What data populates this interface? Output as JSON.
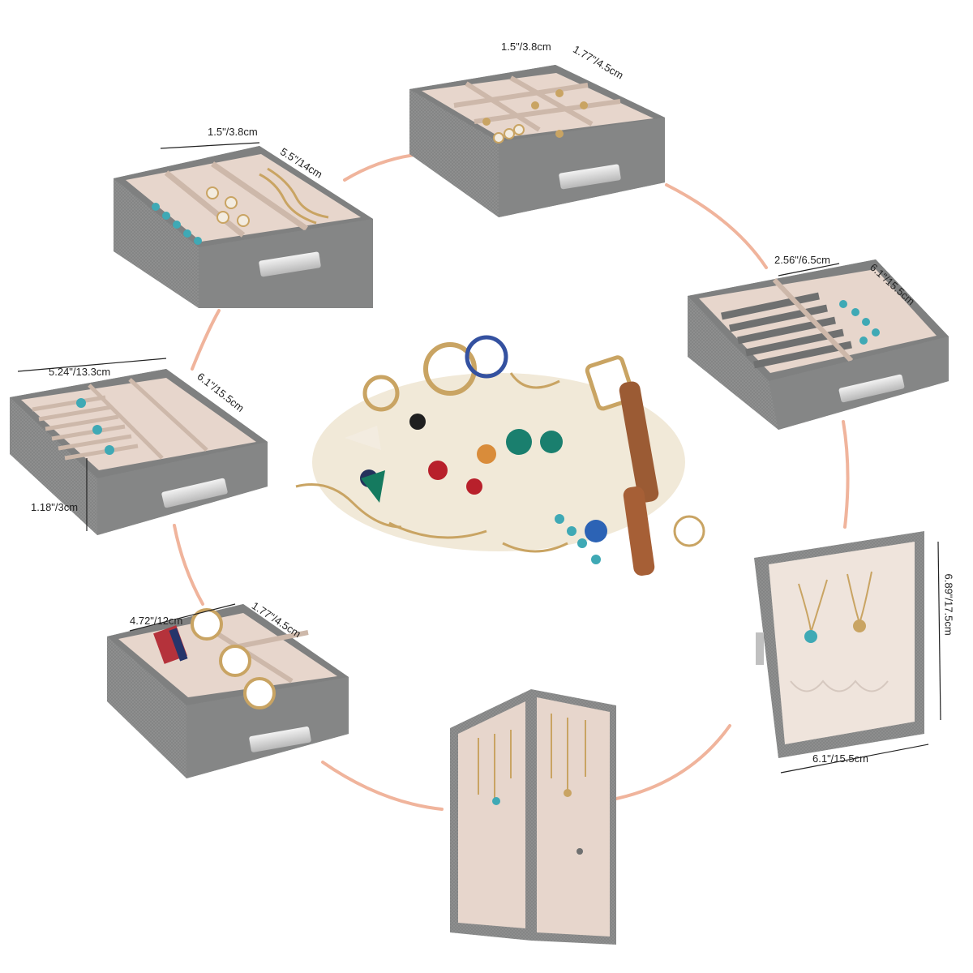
{
  "colors": {
    "background": "#ffffff",
    "connector": "#f0b49c",
    "linen_gray": "#8f9090",
    "linen_shadow": "#6f7070",
    "velvet": "#e7d6cc",
    "velvet_dark": "#cdb8aa",
    "handle": "#d9d9d9",
    "gold": "#c9a463",
    "turquoise": "#3fa9b5"
  },
  "dimensions": {
    "tray_top_left": {
      "w": "1.5\"/3.8cm",
      "d": "5.5\"/14cm"
    },
    "tray_top_center": {
      "w": "1.5\"/3.8cm",
      "d": "1.77\"/4.5cm"
    },
    "tray_right": {
      "w": "2.56\"/6.5cm",
      "d": "6.1\"/15.5cm"
    },
    "tray_left": {
      "w": "5.24\"/13.3cm",
      "d": "6.1\"/15.5cm",
      "h": "1.18\"/3cm"
    },
    "tray_bottom_left": {
      "w": "4.72\"/12cm",
      "d": "1.77\"/4.5cm"
    },
    "panel_right": {
      "h": "6.89\"/17.5cm",
      "w": "6.1\"/15.5cm"
    }
  }
}
